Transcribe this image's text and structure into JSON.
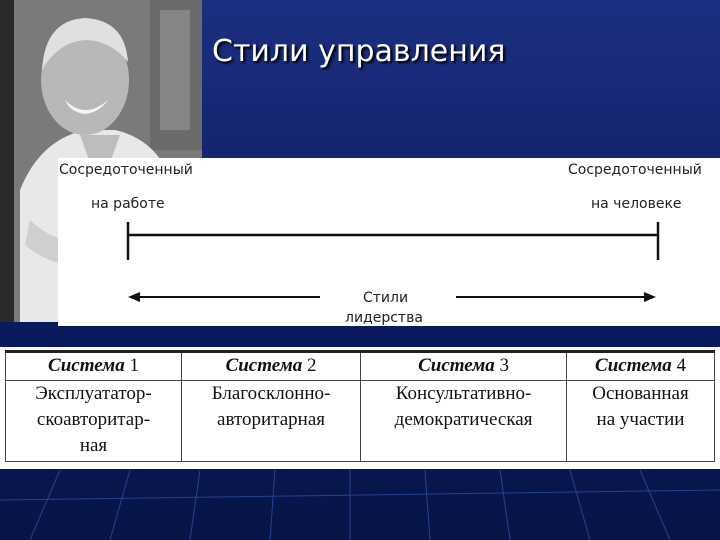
{
  "title": "Стили управления",
  "diagram": {
    "left_label_1": "Сосредоточенный",
    "left_label_2": "на работе",
    "right_label_1": "Сосредоточенный",
    "right_label_2": "на человеке",
    "center_label_1": "Стили",
    "center_label_2": "лидерства"
  },
  "systems": [
    {
      "word": "Система",
      "number": "1",
      "description": "Эксплуататор-\nскоавторитар-\nная"
    },
    {
      "word": "Система",
      "number": "2",
      "description": "Благосклонно-\nавторитарная"
    },
    {
      "word": "Система",
      "number": "3",
      "description": "Консультативно-\nдемократическая"
    },
    {
      "word": "Система",
      "number": "4",
      "description": "Основанная\nна участии"
    }
  ],
  "colors": {
    "background": "#132a72",
    "panel": "#ffffff",
    "title_text": "#ffffff"
  },
  "photo": {
    "description_icon": "person-photo"
  }
}
